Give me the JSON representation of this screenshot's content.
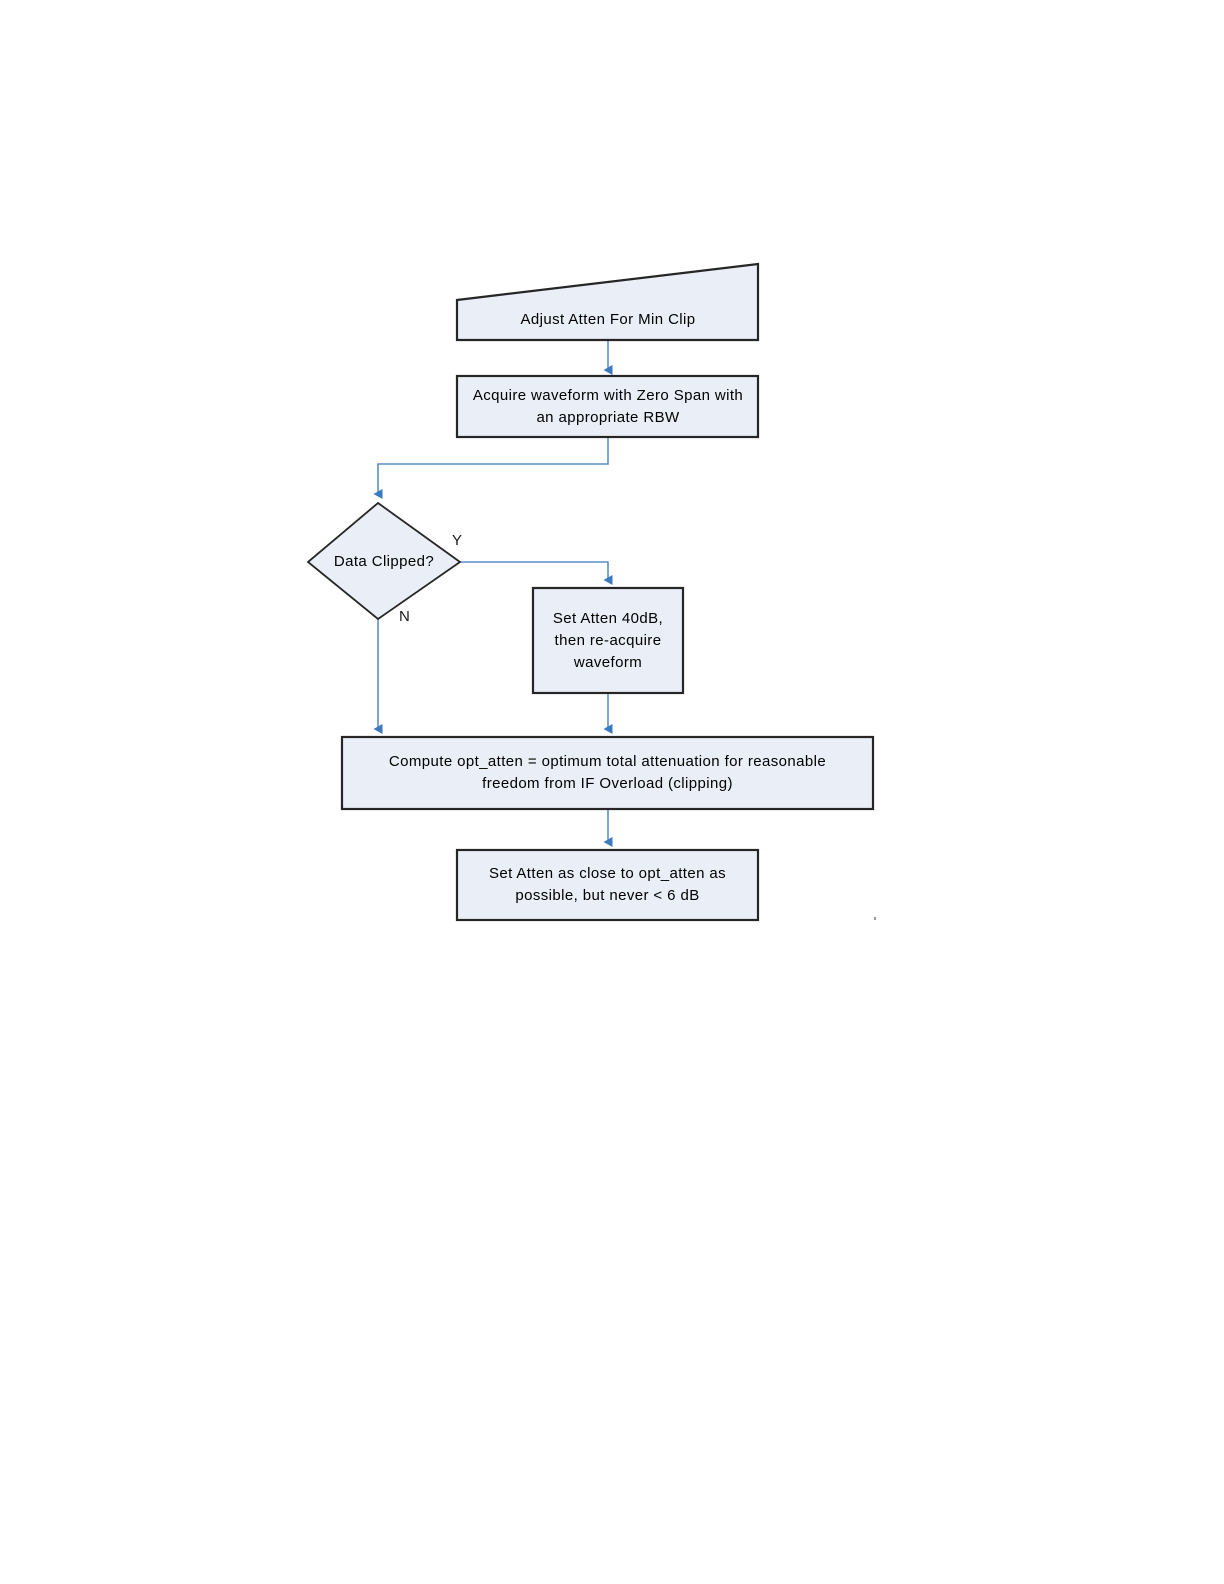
{
  "diagram": {
    "title": "Adjust Atten For Min Clip",
    "type": "flowchart",
    "colors": {
      "node_fill": "#eaeff7",
      "node_stroke": "#262626",
      "connector": "#5b8fc9",
      "text": "#000000",
      "background": "#ffffff"
    },
    "nodes": [
      {
        "id": "start",
        "shape": "slanted-top-banner",
        "label": "Adjust Atten For Min Clip"
      },
      {
        "id": "acquire",
        "shape": "process",
        "label": "Acquire waveform with Zero Span with\nan appropriate RBW"
      },
      {
        "id": "decision",
        "shape": "diamond",
        "label": "Data Clipped?"
      },
      {
        "id": "set_atten_40",
        "shape": "process",
        "label": "Set Atten 40dB,\nthen re-acquire\nwaveform"
      },
      {
        "id": "compute",
        "shape": "process",
        "label": "Compute opt_atten = optimum total attenuation for reasonable\nfreedom from IF Overload (clipping)"
      },
      {
        "id": "final",
        "shape": "process",
        "label": "Set Atten as close to opt_atten as\npossible, but never < 6 dB"
      }
    ],
    "edges": [
      {
        "from": "start",
        "to": "acquire",
        "label": ""
      },
      {
        "from": "acquire",
        "to": "decision",
        "label": ""
      },
      {
        "from": "decision",
        "to": "set_atten_40",
        "label": "Y"
      },
      {
        "from": "decision",
        "to": "compute",
        "label": "N"
      },
      {
        "from": "set_atten_40",
        "to": "compute",
        "label": ""
      },
      {
        "from": "compute",
        "to": "final",
        "label": ""
      }
    ],
    "edge_labels": {
      "yes": "Y",
      "no": "N"
    }
  }
}
